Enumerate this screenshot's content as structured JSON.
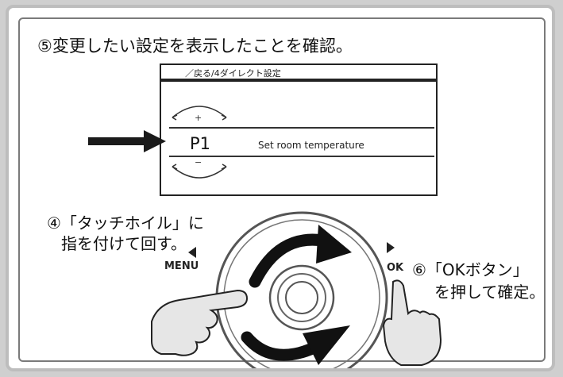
{
  "instruction_title": "⑤変更したい設定を表示したことを確認。",
  "lcd": {
    "header": "／戻る/4ダイレクト設定",
    "plus": "+",
    "minus": "−",
    "param_code": "P1",
    "param_label": "Set room temperature"
  },
  "step4": {
    "line1": "④「タッチホイル」に",
    "line2": "指を付けて回す。"
  },
  "step6": {
    "line1": "⑥「OKボタン」",
    "line2": "を押して確定。"
  },
  "controls": {
    "menu_label": "MENU",
    "ok_label": "OK"
  },
  "colors": {
    "arrow": "#1a1a1a",
    "hand_fill": "#e6e6e6",
    "frame": "#bdbdbd"
  }
}
